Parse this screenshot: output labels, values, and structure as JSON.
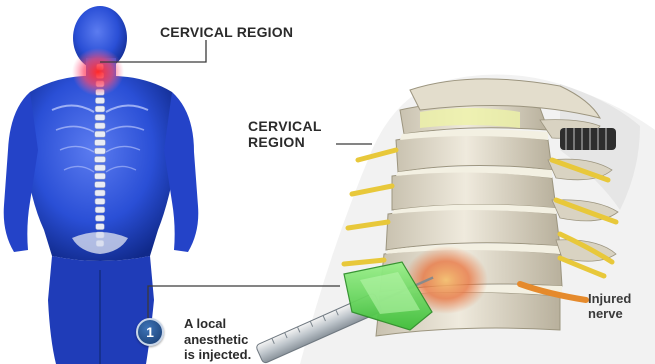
{
  "labels": {
    "top_region": "CERVICAL REGION",
    "mid_region_line1": "CERVICAL",
    "mid_region_line2": "REGION",
    "nerve_line1": "Injured",
    "nerve_line2": "nerve",
    "step_number": "1",
    "step_line1": "A local",
    "step_line2": "anesthetic",
    "step_line3": "is injected."
  },
  "colors": {
    "body": "#2a4fd6",
    "pain_highlight": "#ff3030",
    "bone": "#e6e1d4",
    "nerve": "#e8c83a",
    "injured_nerve": "#e58a2c",
    "needle_guide": "#66dd55",
    "step_badge": "#1f4f8f"
  },
  "icons": {
    "step_badge": "numbered-circle-icon"
  }
}
